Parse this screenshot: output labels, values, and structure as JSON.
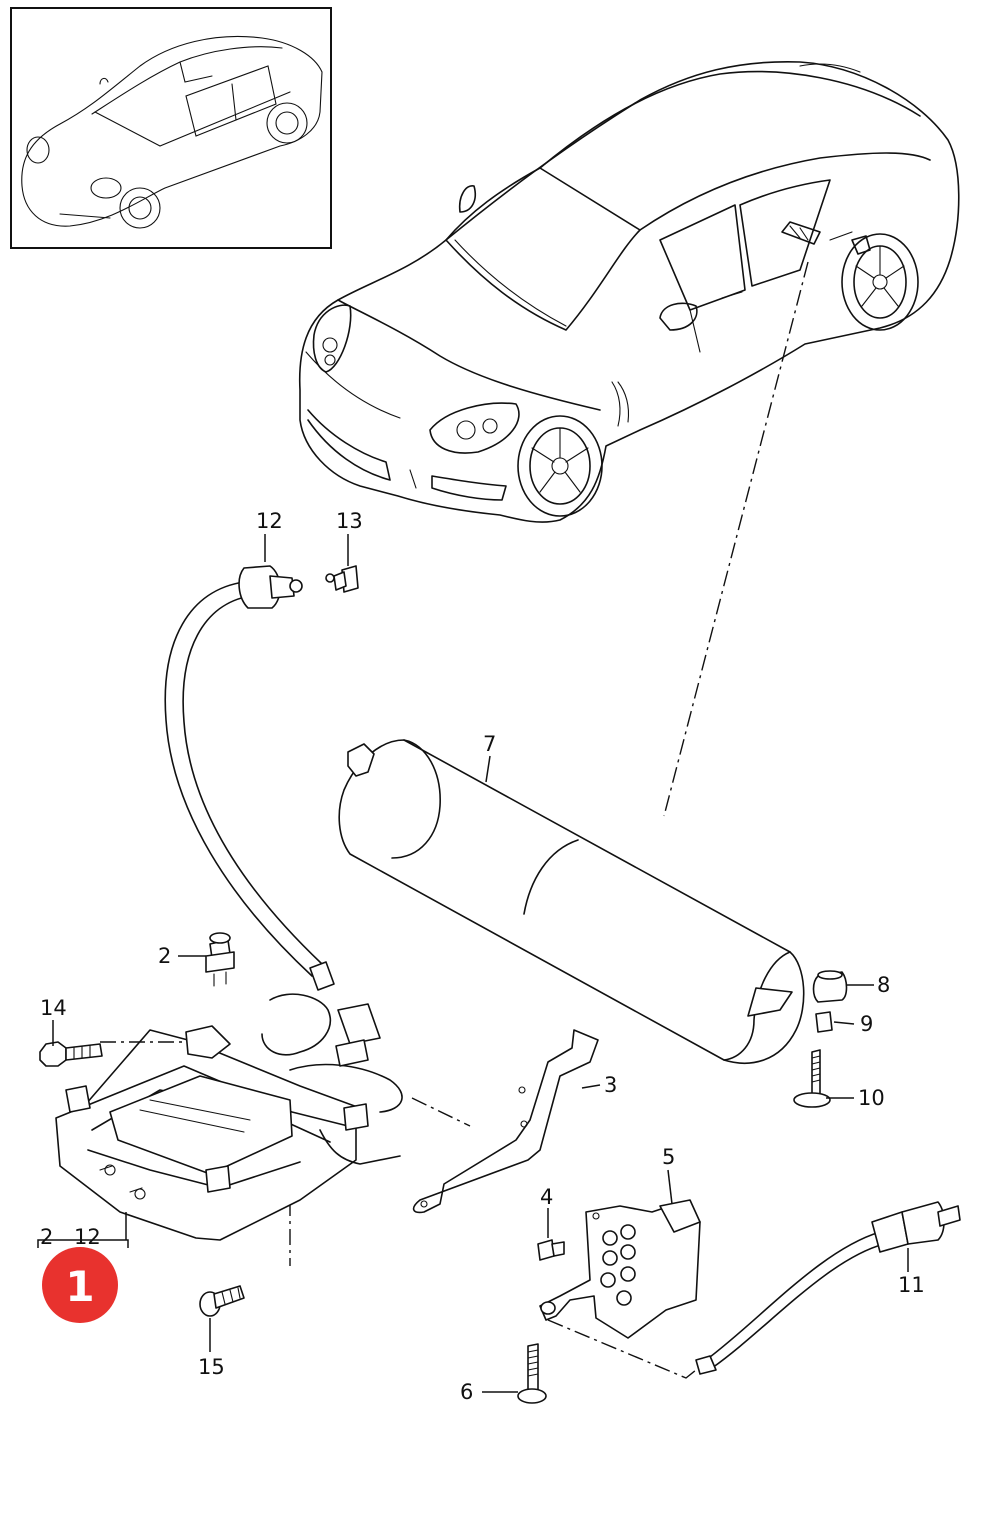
{
  "labels": {
    "p2": "2",
    "p3": "3",
    "p4": "4",
    "p5": "5",
    "p6": "6",
    "p7": "7",
    "p8": "8",
    "p9": "9",
    "p10": "10",
    "p11": "11",
    "p12": "12",
    "p13": "13",
    "p14": "14",
    "p15": "15",
    "group_2": "2",
    "group_12": "12"
  },
  "badge": {
    "number": "1",
    "color": "#e8322e"
  },
  "colors": {
    "line": "#111111",
    "background": "#ffffff"
  },
  "inset": {
    "icon": "car-overview-icon"
  }
}
